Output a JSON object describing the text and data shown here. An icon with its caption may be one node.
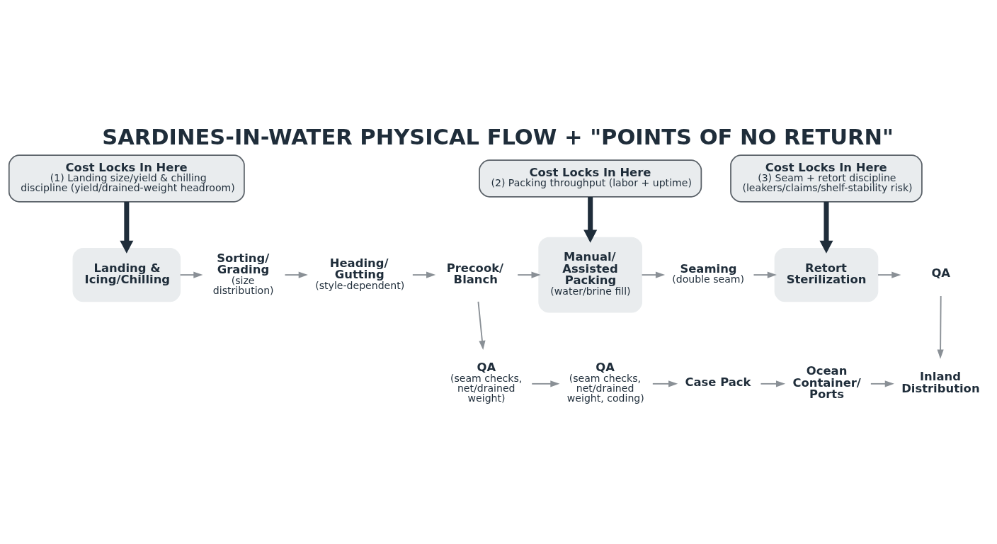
{
  "diagram": {
    "title": "SARDINES-IN-WATER PHYSICAL FLOW + \"POINTS OF NO RETURN\"",
    "nodes": [
      {
        "text": [
          "Cost Locks In Here",
          "(1) Landing size/yield & chilling discipline (yield/drained-weight headroom)"
        ]
      },
      {
        "text": [
          "Cost Locks In Here",
          "(2) Packing throughput (labor + uptime)"
        ]
      },
      {
        "text": [
          "Cost Locks In Here",
          "(3) Seam + retort discipline (leakers/claims/shelf-stability risk)"
        ]
      },
      {
        "text": [
          "Landing & Icing/Chilling"
        ]
      },
      {
        "text": [
          "Sorting/ Grading",
          "(size distribution)"
        ]
      },
      {
        "text": [
          "Heading/ Gutting",
          "(style-dependent)"
        ]
      },
      {
        "text": [
          "Precook/ Blanch"
        ]
      },
      {
        "text": [
          "Manual/ Assisted Packing",
          "(water/brine fill)"
        ]
      },
      {
        "text": [
          "Seaming",
          "(double seam)"
        ]
      },
      {
        "text": [
          "Retort Sterilization"
        ]
      },
      {
        "text": [
          "QA"
        ]
      },
      {
        "text": [
          "QA",
          "(seam checks, net/drained weight)"
        ]
      },
      {
        "text": [
          "QA",
          "(seam checks, net/drained weight, coding)"
        ]
      },
      {
        "text": [
          "Case Pack"
        ]
      },
      {
        "text": [
          "Ocean Container/ Ports"
        ]
      },
      {
        "text": [
          "Inland Distribution"
        ]
      }
    ],
    "edges": [
      {
        "from": 0,
        "to": 3,
        "arrow": "to",
        "style": "thick",
        "color": "#1f2d3a"
      },
      {
        "from": 1,
        "to": 7,
        "arrow": "to",
        "style": "thick",
        "color": "#1f2d3a"
      },
      {
        "from": 2,
        "to": 9,
        "arrow": "to",
        "style": "thick",
        "color": "#1f2d3a"
      },
      {
        "from": 3,
        "to": 4,
        "arrow": "to"
      },
      {
        "from": 4,
        "to": 5,
        "arrow": "to"
      },
      {
        "from": 5,
        "to": 6,
        "arrow": "to"
      },
      {
        "from": 6,
        "to": 7,
        "arrow": "to"
      },
      {
        "from": 7,
        "to": 8,
        "arrow": "to"
      },
      {
        "from": 8,
        "to": 9,
        "arrow": "to"
      },
      {
        "from": 9,
        "to": 10,
        "arrow": "to"
      },
      {
        "from": 6,
        "to": 11,
        "arrow": "to"
      },
      {
        "from": 11,
        "to": 12,
        "arrow": "to"
      },
      {
        "from": 12,
        "to": 13,
        "arrow": "to"
      },
      {
        "from": 13,
        "to": 14,
        "arrow": "to"
      },
      {
        "from": 14,
        "to": 15,
        "arrow": "to"
      },
      {
        "from": 10,
        "to": 15,
        "arrow": "to"
      }
    ]
  }
}
